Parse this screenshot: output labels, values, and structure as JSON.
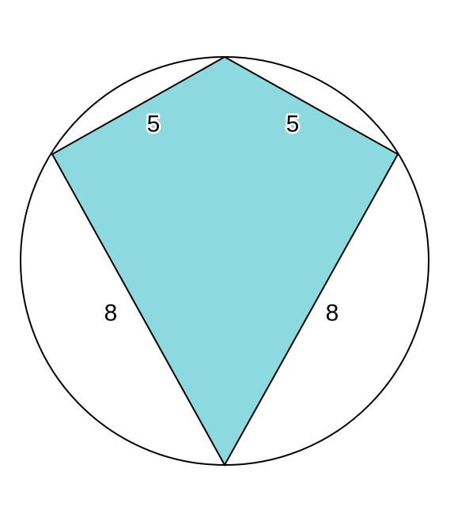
{
  "figure": {
    "shape": "kite inscribed in circle",
    "colors": {
      "kite_fill": "#8cd9df",
      "outline": "#000000",
      "background": "#ffffff"
    },
    "side_labels": {
      "upper_left": "5",
      "upper_right": "5",
      "lower_left": "8",
      "lower_right": "8"
    }
  }
}
